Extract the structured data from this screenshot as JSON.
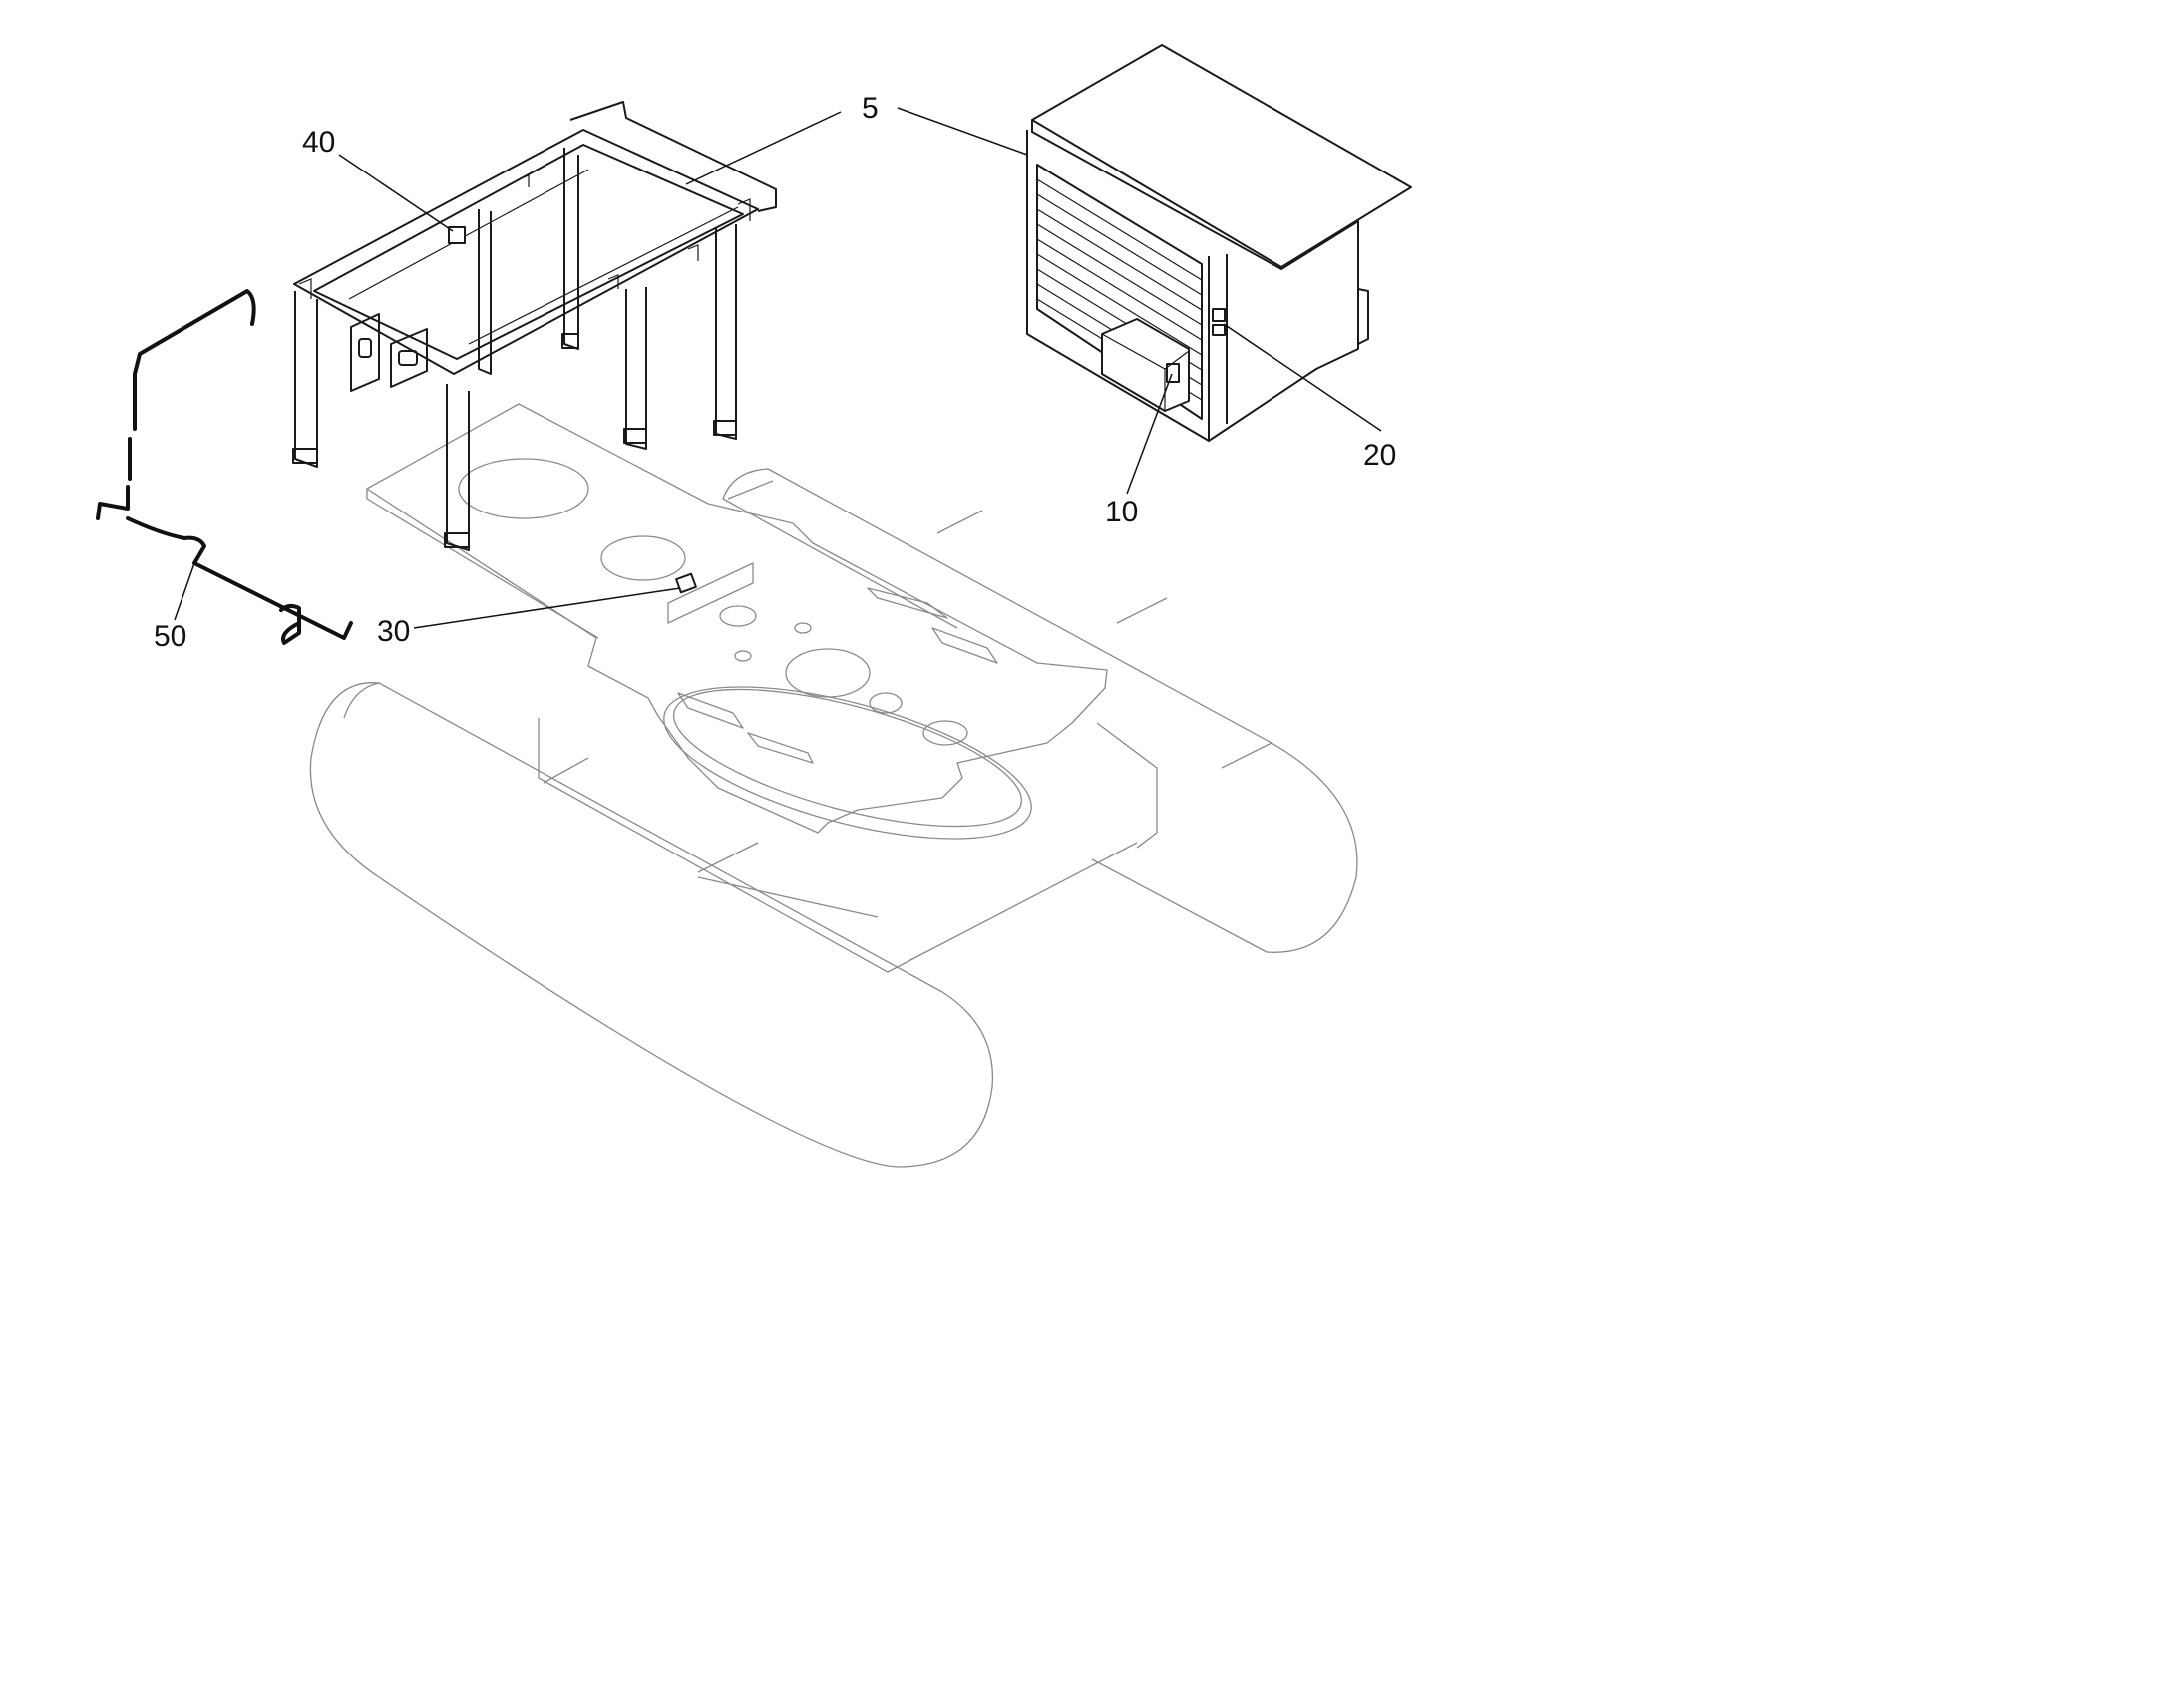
{
  "figure": {
    "reference_labels": [
      {
        "key": "assembly",
        "text": "5"
      },
      {
        "key": "controller",
        "text": "10"
      },
      {
        "key": "connector",
        "text": "20"
      },
      {
        "key": "sensor",
        "text": "30"
      },
      {
        "key": "frame_sensor",
        "text": "40"
      },
      {
        "key": "harness",
        "text": "50"
      }
    ],
    "colors": {
      "line": "#1a1a1a",
      "faint_line": "#8a8a8a",
      "background": "#ffffff"
    }
  }
}
